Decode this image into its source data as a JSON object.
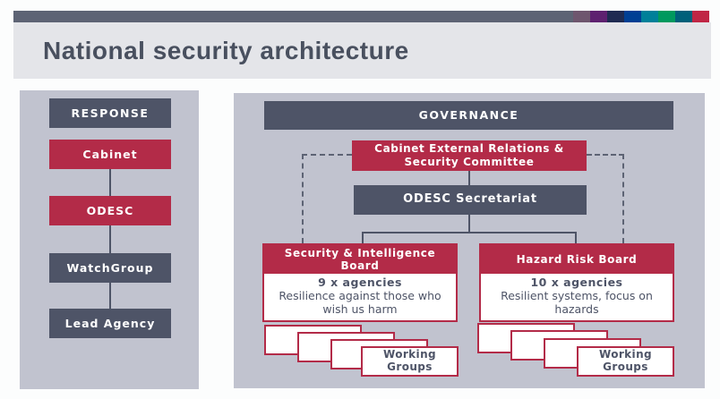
{
  "brand_bar": {
    "bar_color": "#5d6374",
    "squares": [
      "#6e566e",
      "#5e2170",
      "#1f2b52",
      "#003f94",
      "#008099",
      "#00995e",
      "#00607a",
      "#c02645"
    ]
  },
  "header": {
    "title": "National security architecture"
  },
  "palette": {
    "panel_fill": "#c1c3cf",
    "slate": "#4e5467",
    "crimson": "#b32b48",
    "title_band": "#e4e5e9"
  },
  "response_column": {
    "header": "RESPONSE",
    "items": [
      {
        "label": "Cabinet"
      },
      {
        "label": "ODESC"
      },
      {
        "label": "WatchGroup"
      },
      {
        "label": "Lead Agency"
      }
    ]
  },
  "governance": {
    "header": "GOVERNANCE",
    "committee": "Cabinet External Relations & Security Committee",
    "secretariat": "ODESC Secretariat",
    "boards": [
      {
        "name": "Security & Intelligence Board",
        "agencies": "9 x agencies",
        "focus": "Resilience against those who wish us harm"
      },
      {
        "name": "Hazard Risk Board",
        "agencies": "10 x agencies",
        "focus": "Resilient systems, focus on hazards"
      }
    ],
    "working_groups": {
      "label": "Working Groups"
    }
  }
}
